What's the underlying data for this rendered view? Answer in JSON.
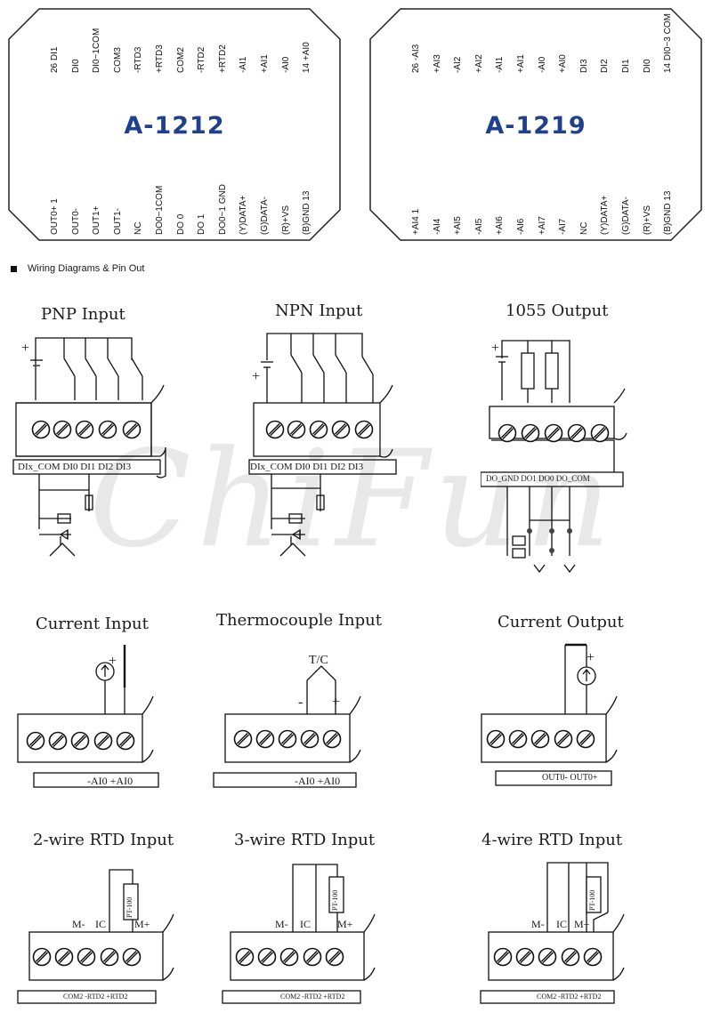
{
  "modules": {
    "left": {
      "model": "A-1212",
      "top_pins": [
        "26  DI1",
        "DI0",
        "DI0~1COM",
        "COM3",
        "-RTD3",
        "+RTD3",
        "COM2",
        "-RTD2",
        "+RTD2",
        "-AI1",
        "+AI1",
        "-AI0",
        "14  +AI0"
      ],
      "bottom_pins": [
        "OUT0+  1",
        "OUT0-",
        "OUT1+",
        "OUT1-",
        "NC",
        "DO0~1COM",
        "DO 0",
        "DO 1",
        "DO0~1 GND",
        "(Y)DATA+",
        "(G)DATA-",
        "(R)+VS",
        "(B)GND  13"
      ]
    },
    "right": {
      "model": "A-1219",
      "top_pins": [
        "26  -AI3",
        "+AI3",
        "-AI2",
        "+AI2",
        "-AI1",
        "+AI1",
        "-AI0",
        "+AI0",
        "DI3",
        "DI2",
        "DI1",
        "DI0",
        "14 DI0~3 COM"
      ],
      "bottom_pins": [
        "+AI4  1",
        "-AI4",
        "+AI5",
        "-AI5",
        "+AI6",
        "-AI6",
        "+AI7",
        "-AI7",
        "NC",
        "(Y)DATA+",
        "(G)DATA-",
        "(R)+VS",
        "(B)GND  13"
      ]
    }
  },
  "section_title": "Wiring Diagrams & Pin Out",
  "watermark": "ChiFun",
  "diagrams": {
    "pnp": {
      "title": "PNP Input",
      "strip": "DIx_COM DI0  DI1  DI2  DI3",
      "plus": "+"
    },
    "npn": {
      "title": "NPN Input",
      "strip": "DIx_COM DI0  DI1  DI2  DI3",
      "plus": "+"
    },
    "out1055": {
      "title": "1055 Output",
      "strip": "DO_GND DO1  DO0  DO_COM",
      "plus": "+"
    },
    "current_in": {
      "title": "Current Input",
      "strip": "-AI0  +AI0",
      "plus": "+"
    },
    "thermo": {
      "title": "Thermocouple Input",
      "strip": "-AI0  +AI0",
      "tc": "T/C",
      "minus": "-",
      "plus": "+"
    },
    "current_out": {
      "title": "Current Output",
      "strip": "OUT0-  OUT0+",
      "plus": "+"
    },
    "rtd2": {
      "title": "2-wire RTD Input",
      "strip": "COM2 -RTD2 +RTD2",
      "m_minus": "M-",
      "ic": "IC",
      "m_plus": "M+",
      "pt": "PT-100"
    },
    "rtd3": {
      "title": "3-wire RTD Input",
      "strip": "COM2 -RTD2 +RTD2",
      "m_minus": "M-",
      "ic": "IC",
      "m_plus": "M+",
      "pt": "PT-100"
    },
    "rtd4": {
      "title": "4-wire RTD Input",
      "strip": "COM2 -RTD2 +RTD2",
      "m_minus": "M-",
      "ic": "IC",
      "m_plus": "M+",
      "pt": "PT-100"
    }
  }
}
